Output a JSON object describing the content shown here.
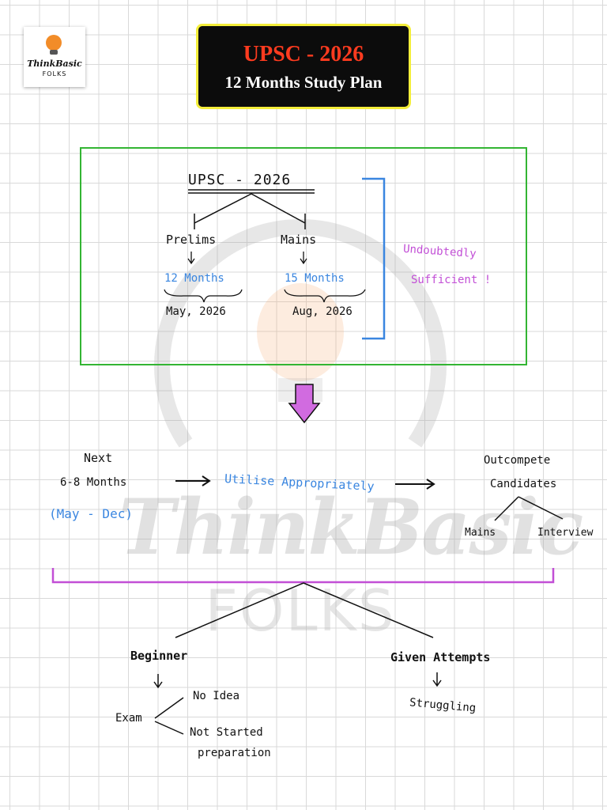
{
  "logo": {
    "line1": "ThinkBasic",
    "line2": "FOLKS"
  },
  "title": {
    "line1": "UPSC - 2026",
    "line2": "12 Months Study Plan"
  },
  "watermark": {
    "line1": "ThinkBasic",
    "line2": "FOLKS"
  },
  "top_diagram": {
    "root": "UPSC - 2026",
    "branches": [
      {
        "stage": "Prelims",
        "duration": "12 Months",
        "date": "May, 2026"
      },
      {
        "stage": "Mains",
        "duration": "15 Months",
        "date": "Aug, 2026"
      }
    ],
    "note_line1": "Undoubtedly",
    "note_line2": "Sufficient !"
  },
  "flow": {
    "next_line1": "Next",
    "next_line2": "6-8  Months",
    "range": "(May - Dec)",
    "utilise": "Utilise  Appropriately",
    "outcome_line1": "Outcompete",
    "outcome_line2": "Candidates",
    "outcome_children": [
      "Mains",
      "Interview"
    ]
  },
  "audience": {
    "beginner": "Beginner",
    "exam": "Exam",
    "exam_children": [
      "No  Idea",
      "Not  Started",
      "preparation"
    ],
    "attempted": "Given  Attempts",
    "attempted_state": "Struggling"
  },
  "colors": {
    "accent_blue": "#3a86e0",
    "accent_purple": "#c24fd6",
    "green_box": "#33b533",
    "title_red": "#ff3b1f",
    "banner_border": "#f4ee3a"
  }
}
